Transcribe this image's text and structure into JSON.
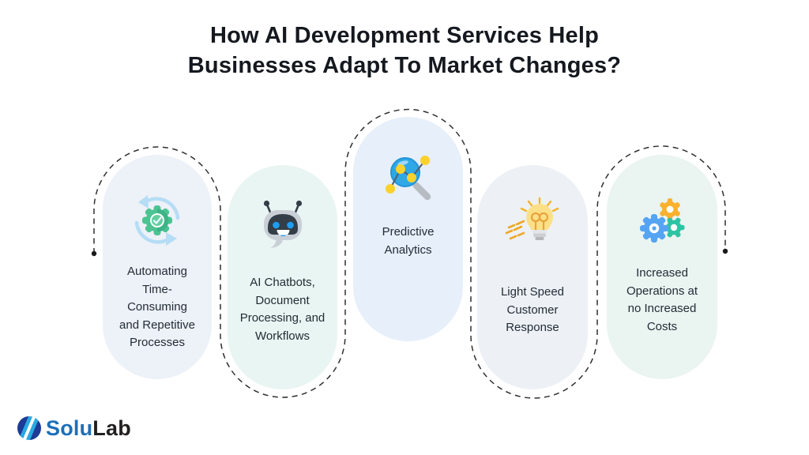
{
  "title": {
    "line1": "How AI Development Services Help",
    "line2": "Businesses Adapt To Market Changes?"
  },
  "cards": [
    {
      "label": "Automating Time-Consuming and Repetitive Processes",
      "lines": [
        "Automating",
        "Time-",
        "Consuming",
        "and Repetitive",
        "Processes"
      ],
      "icon": "automation-sync-gear-icon",
      "bg": "#edf1f8"
    },
    {
      "label": "AI Chatbots, Document Processing, and Workflows",
      "lines": [
        "AI Chatbots,",
        "Document",
        "Processing, and",
        "Workflows"
      ],
      "icon": "robot-chatbot-icon",
      "bg": "#e9f5f2"
    },
    {
      "label": "Predictive Analytics",
      "lines": [
        "Predictive",
        "Analytics"
      ],
      "icon": "magnifier-analytics-icon",
      "bg": "#e7effa"
    },
    {
      "label": "Light Speed Customer Response",
      "lines": [
        "Light Speed",
        "Customer",
        "Response"
      ],
      "icon": "lightbulb-speed-icon",
      "bg": "#edf1f6"
    },
    {
      "label": "Increased Operations at no Increased Costs",
      "lines": [
        "Increased",
        "Operations at",
        "no Increased",
        "Costs"
      ],
      "icon": "three-gears-icon",
      "bg": "#eaf4f1"
    }
  ],
  "connector": {
    "style": "dashed-serpentine",
    "color": "#2f2f2f",
    "endpoint_dot_color": "#1a1a1a"
  },
  "logo": {
    "text_primary": "Solu",
    "text_secondary": "Lab",
    "primary_color": "#1d6fb8",
    "secondary_color": "#221f1f",
    "mark_navy": "#1d3a96",
    "mark_cyan": "#2aa8e0"
  },
  "icon_colors": {
    "sync_arrows_blue": "#b5ddf5",
    "gear_green": "#4cc492",
    "robot_dark": "#333e48",
    "robot_grey": "#c9cfd6",
    "robot_eye_blue": "#1e9df2",
    "lens_blue": "#2fa8e8",
    "dot_yellow": "#fcd12c",
    "bulb_yellow": "#fce088",
    "ray_orange": "#f0a827",
    "gear_blue": "#55a4f3",
    "gear_orange": "#f9b12e",
    "gear_teal": "#2cc4a4"
  }
}
